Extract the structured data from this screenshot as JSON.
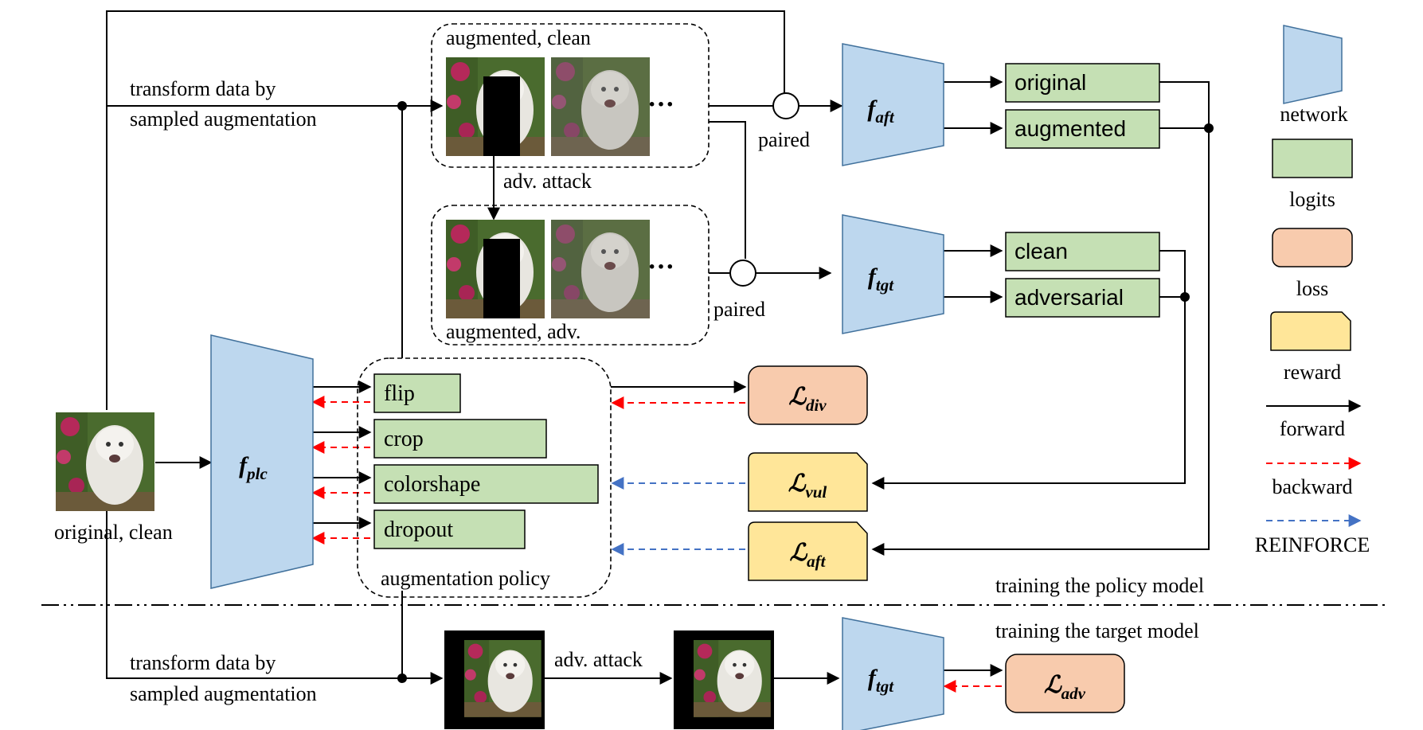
{
  "labels": {
    "transform_top_1": "transform data by",
    "transform_top_2": "sampled augmentation",
    "augmented_clean": "augmented, clean",
    "adv_attack_top": "adv. attack",
    "augmented_adv": "augmented, adv.",
    "paired_1": "paired",
    "paired_2": "paired",
    "original_clean": "original, clean",
    "augmentation_policy": "augmentation policy",
    "training_policy": "training the policy model",
    "training_target": "training the target model",
    "transform_bottom_1": "transform data by",
    "transform_bottom_2": "sampled augmentation",
    "adv_attack_bottom": "adv. attack",
    "ellipsis_1": "···",
    "ellipsis_2": "···"
  },
  "networks": {
    "f_aft": {
      "base": "f",
      "sub": "aft"
    },
    "f_tgt_top": {
      "base": "f",
      "sub": "tgt"
    },
    "f_plc": {
      "base": "f",
      "sub": "plc"
    },
    "f_tgt_bottom": {
      "base": "f",
      "sub": "tgt"
    }
  },
  "logits": {
    "original": "original",
    "augmented": "augmented",
    "clean": "clean",
    "adversarial": "adversarial"
  },
  "policy_ops": [
    "flip",
    "crop",
    "colorshape",
    "dropout"
  ],
  "losses": {
    "div": {
      "base": "ℒ",
      "sub": "div"
    },
    "adv": {
      "base": "ℒ",
      "sub": "adv"
    }
  },
  "rewards": {
    "vul": {
      "base": "ℒ",
      "sub": "vul"
    },
    "aft": {
      "base": "ℒ",
      "sub": "aft"
    }
  },
  "legend": {
    "network": "network",
    "logits": "logits",
    "loss": "loss",
    "reward": "reward",
    "forward": "forward",
    "backward": "backward",
    "reinforce": "REINFORCE"
  },
  "colors": {
    "network_fill": "#bdd7ee",
    "logits_fill": "#c5e0b4",
    "loss_fill": "#f8cbad",
    "reward_fill": "#ffe699",
    "forward": "#000000",
    "backward": "#ff0000",
    "reinforce": "#4472c4"
  }
}
